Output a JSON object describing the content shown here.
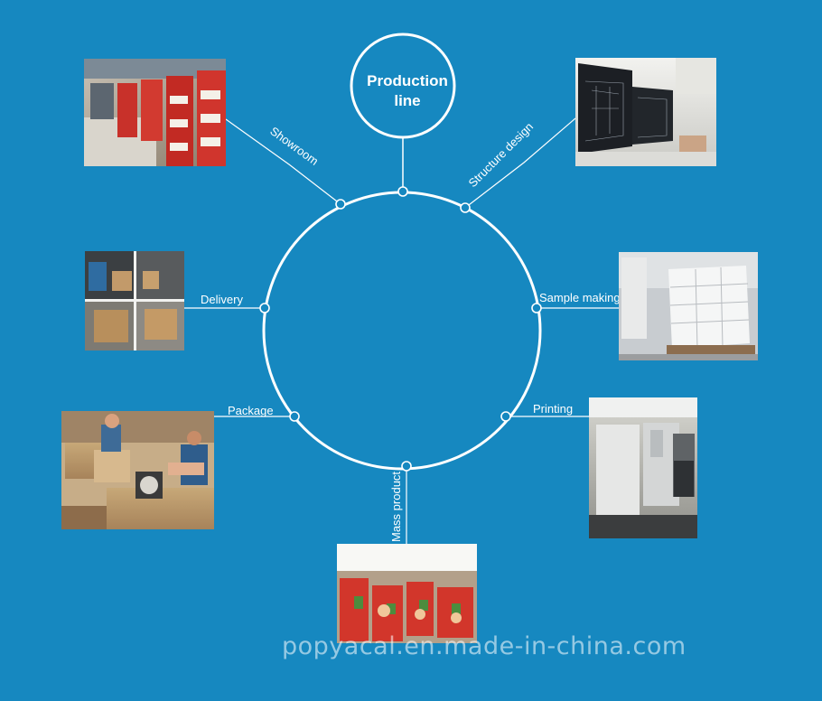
{
  "center": {
    "title_line1": "Production",
    "title_line2": "line"
  },
  "stages": {
    "showroom": "Showroom",
    "structure_design": "Structure design",
    "sample_making": "Sample making",
    "printing": "Printing",
    "mass_product": "Mass product",
    "package": "Package",
    "delivery": "Delivery"
  },
  "watermark": "popyacal.en.made-in-china.com",
  "colors": {
    "background": "#1688c0",
    "line": "#ffffff"
  }
}
